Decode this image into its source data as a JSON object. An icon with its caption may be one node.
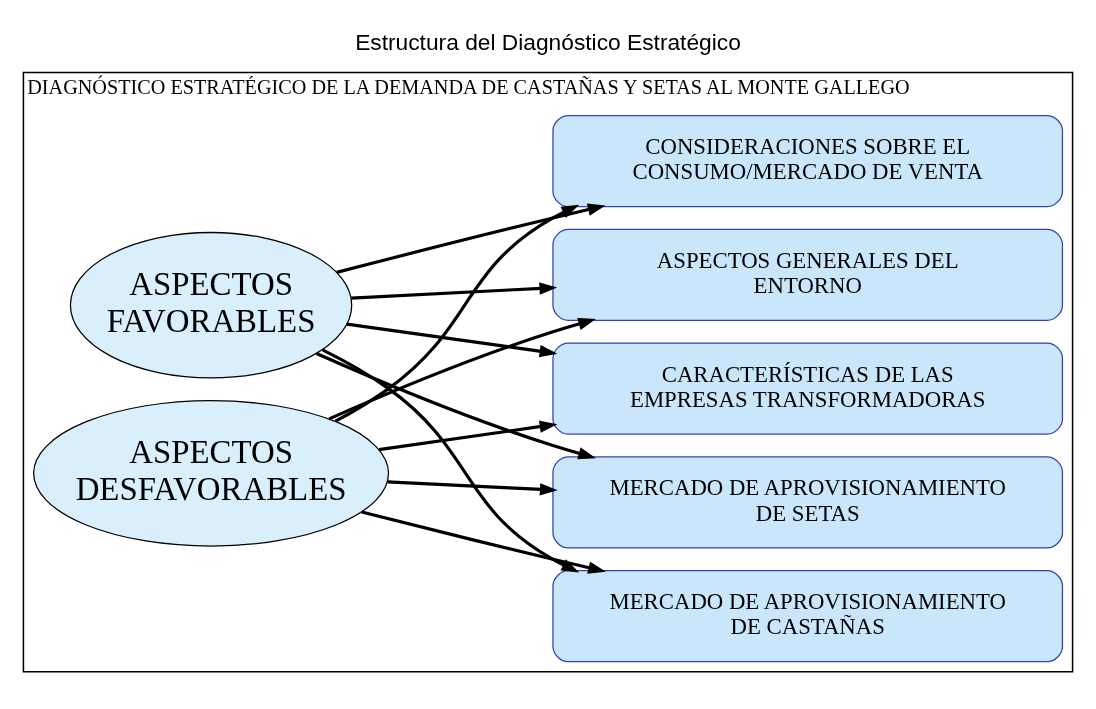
{
  "diagram": {
    "title": "Estructura del Diagnóstico Estratégico",
    "nodes": [
      {
        "text": [
          "DIAGNÓSTICO ESTRATÉGICO DE LA DEMANDA DE CASTAÑAS Y SETAS AL MONTE GALLEGO"
        ]
      },
      {
        "text": [
          "ASPECTOS FAVORABLES"
        ],
        "in": 0
      },
      {
        "text": [
          "ASPECTOS DESFAVORABLES"
        ],
        "in": 0
      },
      {
        "text": [
          "CARACTERÍSTICAS DE LAS EMPRESAS TRANSFORMADORAS"
        ],
        "in": 0
      },
      {
        "text": [
          "ASPECTOS GENERALES DEL ENTORNO"
        ],
        "in": 0
      },
      {
        "text": [
          "CONSIDERACIONES SOBRE EL CONSUMO/MERCADO DE VENTA"
        ],
        "in": 0
      },
      {
        "text": [
          "MERCADO DE APROVISIONAMIENTO DE CASTAÑAS"
        ],
        "in": 0
      },
      {
        "text": [
          "MERCADO DE APROVISIONAMIENTO DE SETAS"
        ],
        "in": 0
      }
    ],
    "edges": [
      {
        "from": 1,
        "to": 3,
        "arrow": "to"
      },
      {
        "from": 1,
        "to": 4,
        "arrow": "to"
      },
      {
        "from": 1,
        "to": 5,
        "arrow": "to"
      },
      {
        "from": 1,
        "to": 6,
        "arrow": "to"
      },
      {
        "from": 1,
        "to": 7,
        "arrow": "to"
      },
      {
        "from": 2,
        "to": 3,
        "arrow": "to"
      },
      {
        "from": 2,
        "to": 4,
        "arrow": "to"
      },
      {
        "from": 2,
        "to": 5,
        "arrow": "to"
      },
      {
        "from": 2,
        "to": 6,
        "arrow": "to"
      },
      {
        "from": 2,
        "to": 7,
        "arrow": "to"
      }
    ]
  }
}
